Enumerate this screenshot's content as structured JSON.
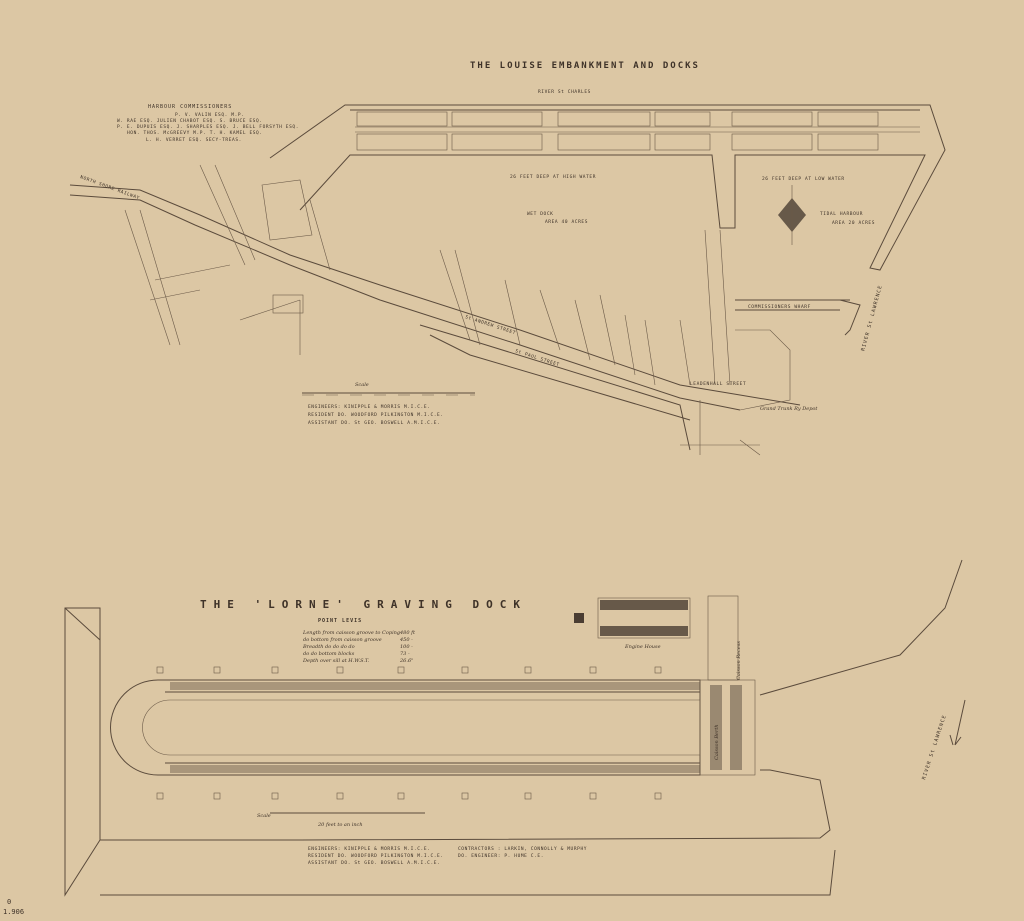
{
  "louise": {
    "title": "THE LOUISE EMBANKMENT AND DOCKS",
    "river_charles": "RIVER    St CHARLES",
    "commissioners": {
      "heading": "HARBOUR   COMMISSIONERS",
      "lines": [
        "P. V. VALIN  ESQ. M.P.",
        "W. RAE ESQ.     JULIEN CHABOT ESQ.   S. BRUCE ESQ.",
        "P. E. DUPUIS ESQ.   J. SHARPLES ESQ.   J. BELL FORSYTH ESQ.",
        "HON. THOS. McGREEVY M.P.     T. H. KAMEL ESQ.",
        "L. H. VERRET ESQ. SECY-TREAS."
      ]
    },
    "labels": {
      "high_water": "26 FEET DEEP AT HIGH WATER",
      "wet_dock": "WET    DOCK",
      "wet_area": "AREA 40 ACRES",
      "low_water": "26 FEET DEEP AT LOW WATER",
      "tidal": "TIDAL   HARBOUR",
      "tidal_area": "AREA 20 ACRES",
      "railway": "NORTH SHORE RAILWAY",
      "river_lawrence": "RIVER  St LAWRENCE",
      "wharf": "COMMISSIONERS WHARF",
      "st_andrew": "St ANDREW    STREET",
      "st_paul": "St PAUL    STREET",
      "leadenhall": "LEADENHALL    STREET",
      "depot": "Grand Trunk Ry Depot"
    },
    "scale": "Scale",
    "engineers": [
      "ENGINEERS:  KINIPPLE & MORRIS  M.I.C.E.",
      "RESIDENT DO.  WOODFORD PILKINGTON  M.I.C.E.",
      "ASSISTANT DO.  St GEO. BOSWELL  A.M.I.C.E."
    ]
  },
  "lorne": {
    "title": "THE  'LORNE'  GRAVING  DOCK",
    "subtitle": "POINT   LEVIS",
    "specs": [
      [
        "Length from caisson groove to Coping",
        "480 ft"
      ],
      [
        "do  bottom from caisson groove",
        "450 -"
      ],
      [
        "Breadth  do  do  do  do",
        "100 -"
      ],
      [
        "do  do  bottom  blocks",
        "73 -"
      ],
      [
        "Depth  over  sill  at  H.W.S.T.",
        "26.6\""
      ]
    ],
    "engine_house": "Engine House",
    "caisson_berth": "Caisson Berth",
    "caisson_recess": "Caisson Recess",
    "scale": "Scale",
    "scale_note": "20 feet to an inch",
    "river_lawrence": "RIVER   St LAWRENCE",
    "engineers": [
      "ENGINEERS:  KINIPPLE & MORRIS  M.I.C.E.",
      "RESIDENT DO.  WOODFORD PILKINGTON  M.I.C.E.",
      "ASSISTANT DO.  St GEO. BOSWELL  A.M.I.C.E."
    ],
    "contractors": [
      "CONTRACTORS : LARKIN, CONNOLLY & MURPHY",
      "DO.        ENGINEER: P. HUME C.E."
    ]
  },
  "catalog_mark": [
    "0",
    "1.906"
  ]
}
